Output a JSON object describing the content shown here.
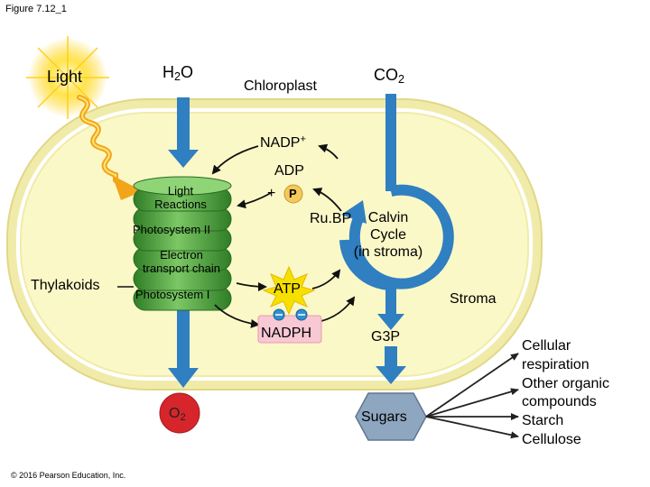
{
  "figure_title": "Figure 7.12_1",
  "copyright": "© 2016 Pearson Education, Inc.",
  "labels": {
    "light": "Light",
    "h2o_main": "H",
    "h2o_sub": "2",
    "h2o_tail": "O",
    "chloroplast": "Chloroplast",
    "co2_main": "CO",
    "co2_sub": "2",
    "nadp_main": "NADP",
    "nadp_sup": "+",
    "adp": "ADP",
    "plus": "+",
    "p": "P",
    "light_reactions_1": "Light",
    "light_reactions_2": "Reactions",
    "photosystem_2": "Photosystem II",
    "etc_1": "Electron",
    "etc_2": "transport chain",
    "photosystem_1": "Photosystem I",
    "thylakoids": "Thylakoids",
    "atp": "ATP",
    "nadph": "NADPH",
    "rubp": "Ru.BP",
    "calvin_1": "Calvin",
    "calvin_2": "Cycle",
    "calvin_3": "(in stroma)",
    "stroma": "Stroma",
    "g3p": "G3P",
    "o2_main": "O",
    "o2_sub": "2",
    "sugars": "Sugars",
    "outputs": [
      "Cellular",
      "respiration",
      "Other organic",
      "compounds",
      "Starch",
      "Cellulose"
    ]
  },
  "colors": {
    "membrane_outer": "#f3eeb0",
    "membrane_edge": "#e3d98a",
    "stroma": "#fbf8c8",
    "arrow_blue": "#2f7fc1",
    "thylakoid_green": "#4fa83d",
    "o2_red": "#d6262b",
    "sugars_blue": "#8ea6bf",
    "atp_star": "#f6e000",
    "light_yellow": "#ffd21a"
  }
}
